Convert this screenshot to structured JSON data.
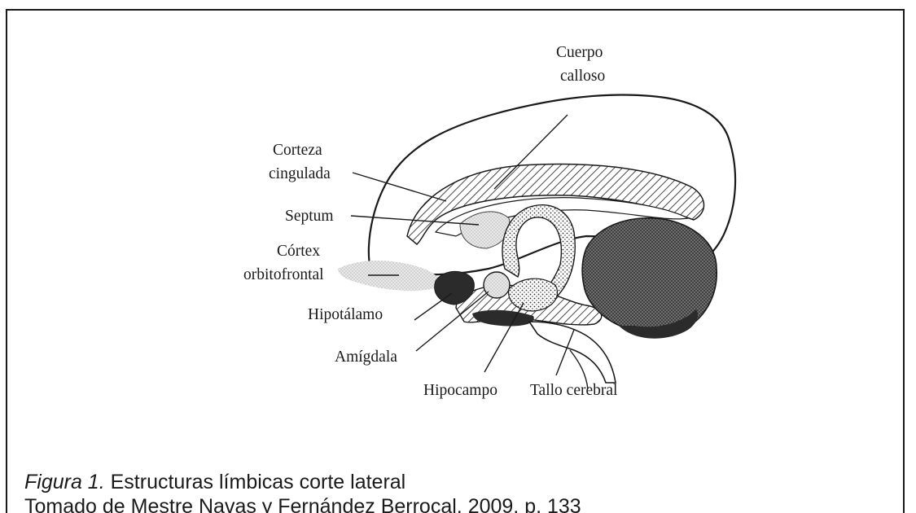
{
  "labels": {
    "cuerpo_calloso_1": "Cuerpo",
    "cuerpo_calloso_2": "calloso",
    "corteza_cingulada_1": "Corteza",
    "corteza_cingulada_2": "cingulada",
    "septum": "Septum",
    "cortex_orbitofrontal_1": "Córtex",
    "cortex_orbitofrontal_2": "orbitofrontal",
    "hipotalamo": "Hipotálamo",
    "amigdala": "Amígdala",
    "hipocampo": "Hipocampo",
    "tallo_cerebral": "Tallo cerebral"
  },
  "caption": {
    "figure_label": "Figura 1.",
    "title": " Estructuras límbicas corte lateral",
    "source": "Tomado de Mestre Navas y Fernández Berrocal, 2009, p. 133"
  },
  "colors": {
    "ink": "#1a1a1a",
    "dark_fill": "#2b2b2b",
    "stipple": "#9a9a9a"
  }
}
